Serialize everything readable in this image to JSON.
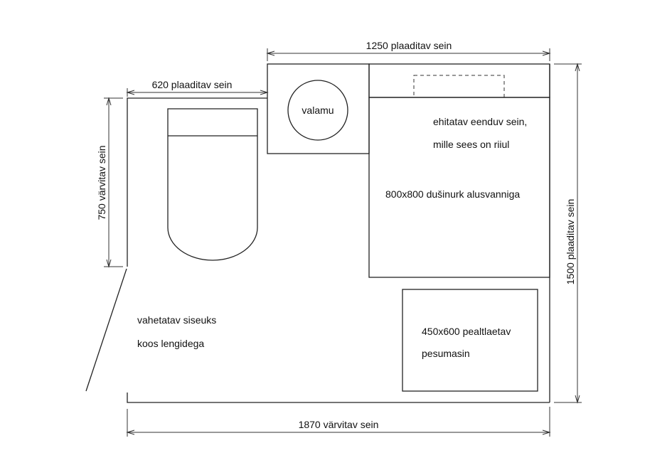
{
  "dimensions": {
    "top": "1250 plaaditav sein",
    "top_left": "620  plaaditav sein",
    "left": "750  värvitav sein",
    "right": "1500 plaaditav sein",
    "bottom": "1870  värvitav sein"
  },
  "fixtures": {
    "sink": "valamu",
    "wall_line1": "ehitatav eenduv sein,",
    "wall_line2": "mille sees on riiul",
    "shower": "800x800 dušinurk alusvanniga",
    "door_line1": "vahetatav siseuks",
    "door_line2": "koos lengidega",
    "washer_line1": "450x600 pealtlaetav",
    "washer_line2": "pesumasin"
  }
}
